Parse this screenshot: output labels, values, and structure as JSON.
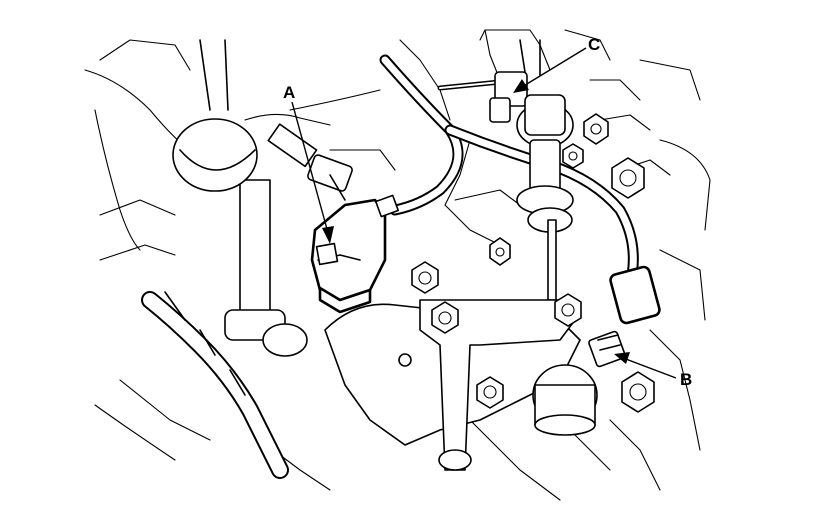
{
  "callouts": {
    "a": {
      "letter": "A"
    },
    "b": {
      "letter": "B"
    },
    "c": {
      "letter": "C"
    }
  }
}
